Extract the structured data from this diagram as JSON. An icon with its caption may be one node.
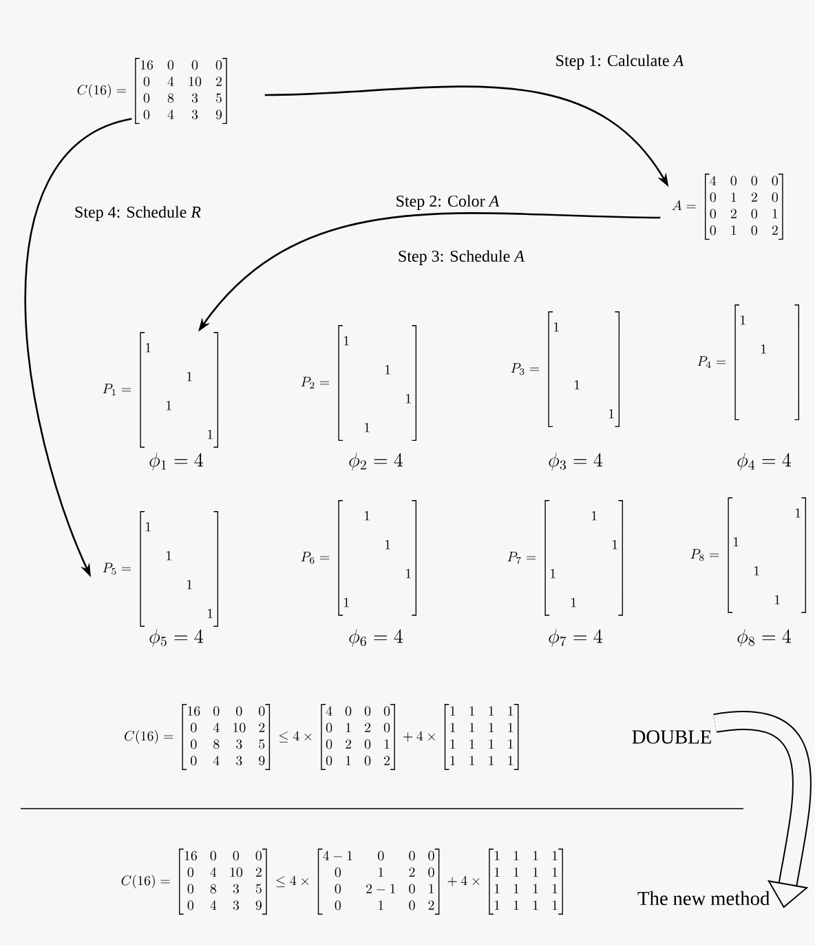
{
  "diagram": {
    "nodes": [
      {
        "text": [
          "C(16)=\\begin{bmatrix}16&0&0&0\\\\0&4&10&2\\\\0&8&3&5\\\\0&4&3&9\\end{bmatrix}"
        ]
      },
      {
        "text": [
          "A=\\begin{bmatrix}4&0&0&0\\\\0&1&2&0\\\\0&2&0&1\\\\0&1&0&2\\end{bmatrix}"
        ]
      },
      {
        "text": [
          "P_1=\\begin{bmatrix}1&&&\\\\&&1&\\\\&1&&\\\\&&&1\\end{bmatrix}"
        ],
        "beside": [
          "\\phi_1 = 4"
        ]
      },
      {
        "text": [
          "P_2=\\begin{bmatrix}1&&&\\\\&&1&\\\\&&&1\\\\&1&&\\end{bmatrix}"
        ],
        "beside": [
          "\\phi_2 = 4"
        ]
      },
      {
        "text": [
          "P_3=\\begin{bmatrix}1&&&\\\\&&&\\\\&1&&\\\\&&&1\\end{bmatrix}"
        ],
        "beside": [
          "\\phi_3 = 4"
        ]
      },
      {
        "text": [
          "P_4=\\begin{bmatrix}1&&&\\\\&1&&\\\\&&&\\\\&&&\\end{bmatrix}"
        ],
        "beside": [
          "\\phi_4 = 4"
        ]
      },
      {
        "text": [
          "P_5=\\begin{bmatrix}1&&&\\\\&1&&\\\\&&1&\\\\&&&1\\end{bmatrix}"
        ],
        "beside": [
          "\\phi_5 = 4"
        ]
      },
      {
        "text": [
          "P_6=\\begin{bmatrix}&1&&\\\\&&1&\\\\&&&1\\\\1&&&\\end{bmatrix}"
        ],
        "beside": [
          "\\phi_6 = 4"
        ]
      },
      {
        "text": [
          "P_7=\\begin{bmatrix}&&1&\\\\&&&1\\\\1&&&\\\\&1&&\\end{bmatrix}"
        ],
        "beside": [
          "\\phi_7 = 4"
        ]
      },
      {
        "text": [
          "P_8=\\begin{bmatrix}&&&1\\\\1&&&\\\\&1&&\\\\&&1&\\end{bmatrix}"
        ],
        "beside": [
          "\\phi_8 = 4"
        ]
      },
      {
        "text": [
          "DOUBLE"
        ]
      },
      {
        "text": [
          "The new method"
        ]
      }
    ],
    "edges": [
      {
        "from": 0,
        "to": 1,
        "arrow": "to",
        "label": "Step 1: Calculate *A*"
      },
      {
        "from": 1,
        "to": 2,
        "arrow": "to",
        "label": "Step 2: Color *A*"
      },
      {
        "from": 0,
        "to": 6,
        "arrow": "to",
        "label": "Step 4: Schedule *R*"
      },
      {
        "from": 10,
        "to": 11,
        "arrow": "to",
        "style": "thick"
      }
    ],
    "labels": [
      "Step 3: Schedule *A*",
      "C(16)=\\begin{bmatrix}16&0&0&0\\\\0&4&10&2\\\\0&8&3&5\\\\0&4&3&9\\end{bmatrix}\\le 4\\times\\begin{bmatrix}4&0&0&0\\\\0&1&2&0\\\\0&2&0&1\\\\0&1&0&2\\end{bmatrix}+4\\times\\begin{bmatrix}1&1&1&1\\\\1&1&1&1\\\\1&1&1&1\\\\1&1&1&1\\end{bmatrix}",
      "C(16)=\\begin{bmatrix}16&0&0&0\\\\0&4&10&2\\\\0&8&3&5\\\\0&4&3&9\\end{bmatrix}\\le 4\\times\\begin{bmatrix}4-1&0&0&0\\\\0&1&2&0\\\\0&2-1&0&1\\\\0&1&0&2\\end{bmatrix}+4\\times\\begin{bmatrix}1&1&1&1\\\\1&1&1&1\\\\1&1&1&1\\\\1&1&1&1\\end{bmatrix}"
    ]
  }
}
